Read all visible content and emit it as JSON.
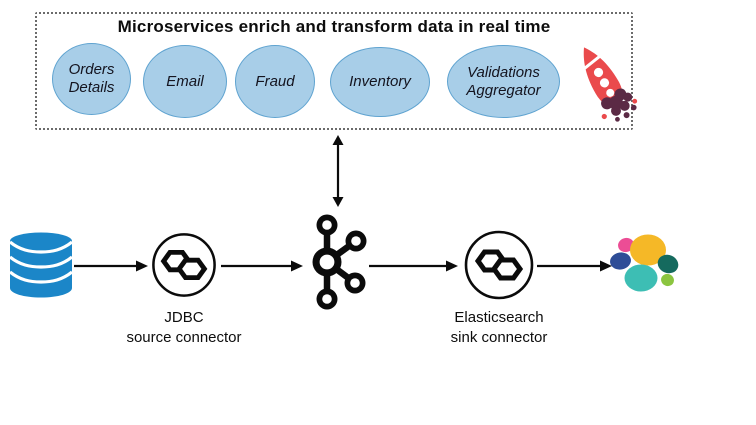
{
  "title": "Microservices enrich and transform data in real time",
  "microservices": [
    {
      "line1": "Orders",
      "line2": "Details"
    },
    {
      "line1": "Email",
      "line2": ""
    },
    {
      "line1": "Fraud",
      "line2": ""
    },
    {
      "line1": "Inventory",
      "line2": ""
    },
    {
      "line1": "Validations",
      "line2": "Aggregator"
    }
  ],
  "pipeline": {
    "source_connector": {
      "name": "JDBC",
      "role": "source connector"
    },
    "sink_connector": {
      "name": "Elasticsearch",
      "role": "sink connector"
    },
    "flow": [
      "database",
      "jdbc-source-connector",
      "kafka",
      "elasticsearch-sink-connector",
      "elasticsearch"
    ]
  },
  "icons": {
    "database": "database-cylinder-icon",
    "source_connector": "kafka-connect-icon",
    "kafka": "kafka-logo-icon",
    "sink_connector": "kafka-connect-icon",
    "elasticsearch": "elasticsearch-logo-icon",
    "rocket": "rocket-icon",
    "flow_arrow": "arrow-right-icon",
    "kafka_to_box": "double-headed-arrow-icon"
  },
  "colors": {
    "service_fill": "#A8CEE8",
    "service_border": "#5FA3D0",
    "database_blue": "#1B86C8",
    "arrow_black": "#0B0B0B",
    "rocket_red": "#EA4A4C",
    "rocket_drip": "#5B2A45",
    "elastic_yellow": "#F5B827",
    "elastic_teal": "#3DBEB4",
    "elastic_pink": "#EC4D95",
    "elastic_navy": "#2E4D97",
    "elastic_dark_green": "#156A5E",
    "elastic_light_green": "#8BC540"
  }
}
